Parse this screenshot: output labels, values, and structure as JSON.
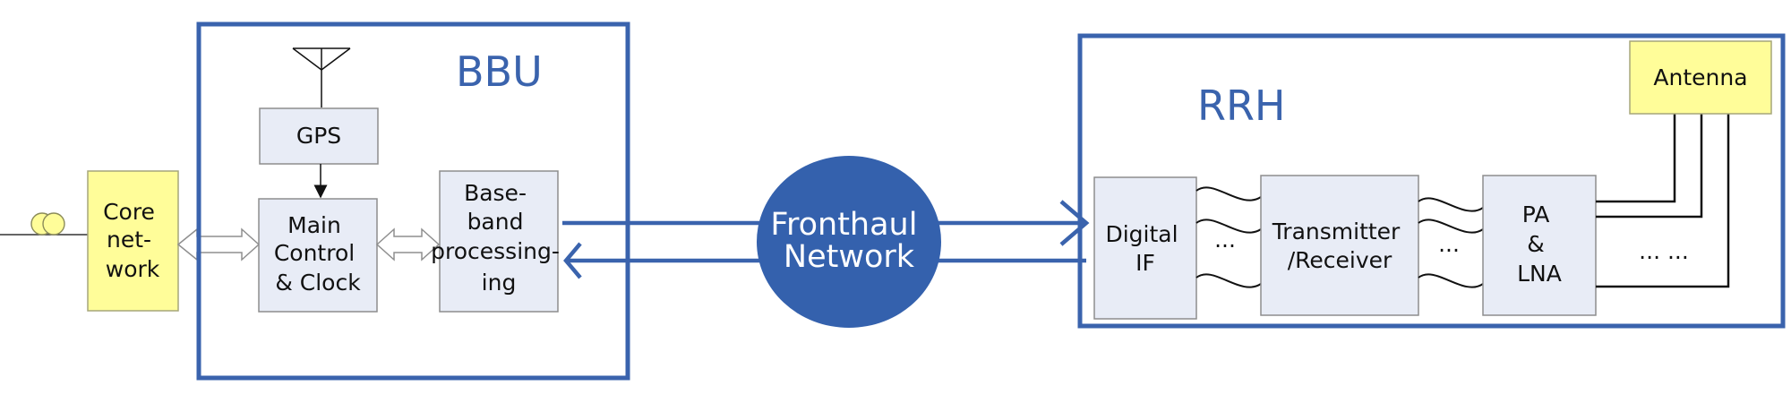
{
  "colors": {
    "frame_blue": "#3a63ad",
    "cloud_blue": "#3461ad",
    "box_fill": "#e8ecf6",
    "box_stroke": "#8d8d8d",
    "yellow_fill": "#fffd99",
    "yellow_stroke": "#a6a67a",
    "line_black": "#111111"
  },
  "icons": {
    "core_network_symbol": "twin-circle-link-icon",
    "gps_antenna": "antenna-icon"
  },
  "core_network": {
    "lines": [
      "Core",
      "net-",
      "work"
    ]
  },
  "bbu": {
    "title": "BBU",
    "gps": {
      "lines": [
        "GPS"
      ]
    },
    "main_control": {
      "lines": [
        "Main",
        "Control",
        "& Clock"
      ]
    },
    "baseband": {
      "lines": [
        "Base-",
        "band",
        "processing-",
        "ing"
      ]
    }
  },
  "fronthaul": {
    "lines": [
      "Fronthaul",
      "Network"
    ]
  },
  "rrh": {
    "title": "RRH",
    "digital_if": {
      "lines": [
        "Digital",
        "IF"
      ]
    },
    "transceiver": {
      "lines": [
        "Transmitter",
        "/Receiver"
      ]
    },
    "pa_lna": {
      "lines": [
        "PA",
        "&",
        "LNA"
      ]
    },
    "antenna": {
      "lines": [
        "Antenna"
      ]
    },
    "ellipsis_1": "...",
    "ellipsis_2": "...",
    "ellipsis_3": "... ..."
  }
}
